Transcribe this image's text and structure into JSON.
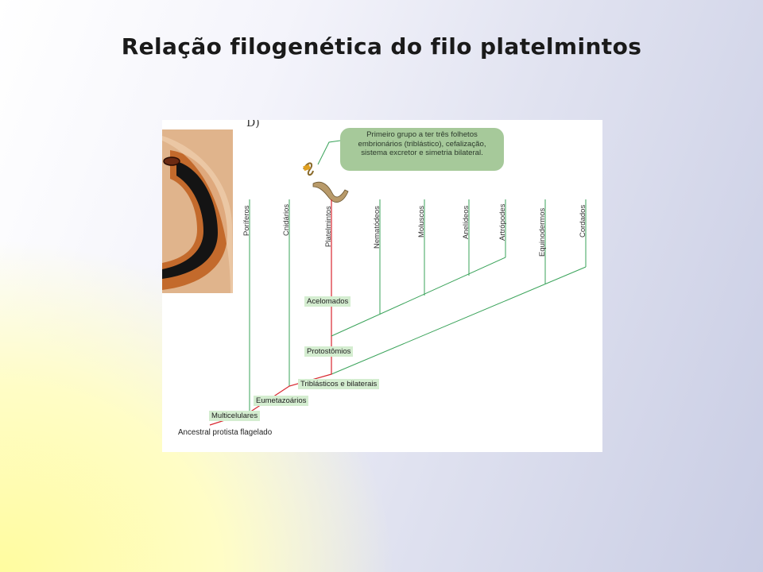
{
  "title": "Relação filogenética do filo platelmintos",
  "figure": {
    "label": "D)",
    "callout": "Primeiro grupo a ter três folhetos embrionários (triblástico), cefalização, sistema excretor e simetria bilateral.",
    "taxa": [
      "Poríferos",
      "Cnidários",
      "Platelmintos",
      "Nematódeos",
      "Moluscos",
      "Anelídeos",
      "Artrópodes",
      "Equinodermos",
      "Cordados"
    ],
    "nodes": [
      "Acelomados",
      "Protostômios",
      "Triblásticos e bilaterais",
      "Eumetazoários",
      "Multicelulares"
    ],
    "root": "Ancestral protista flagelado",
    "colors": {
      "branch": "#3aa35a",
      "highlight": "#d8262e",
      "node_label_bg": "#d4edd0",
      "callout_bg": "#a6c99a"
    }
  }
}
